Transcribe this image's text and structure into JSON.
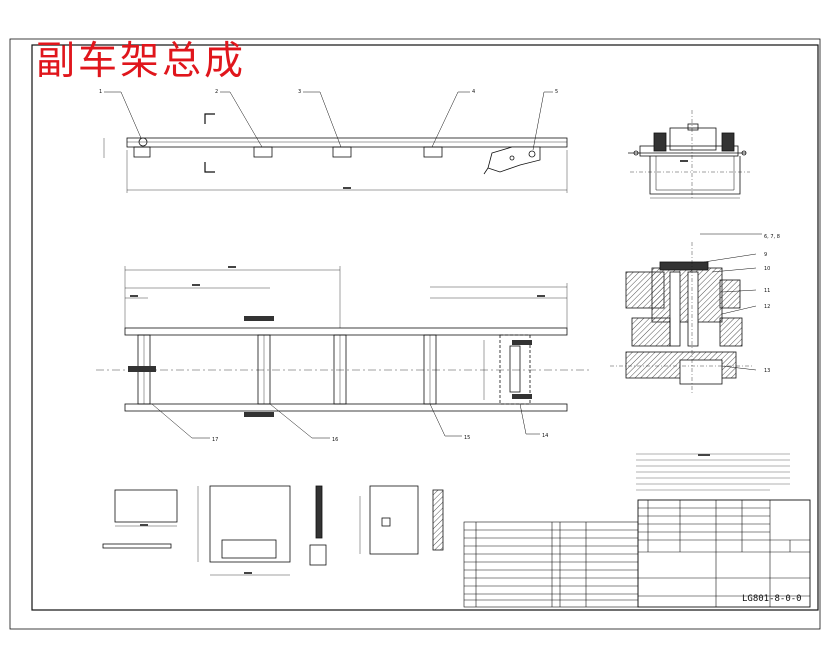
{
  "page": {
    "title": "副车架总成",
    "drawing_number": "LG801-8-0-0",
    "colors": {
      "title": "#e0161c",
      "line": "#111111",
      "dim": "#222222",
      "fill_dark": "#333333",
      "fill_hatch": "#555555"
    }
  },
  "callouts": [
    "1",
    "2",
    "3",
    "4",
    "5",
    "6, 7, 8",
    "9",
    "10",
    "11",
    "12",
    "13",
    "14",
    "15",
    "16",
    "17"
  ]
}
